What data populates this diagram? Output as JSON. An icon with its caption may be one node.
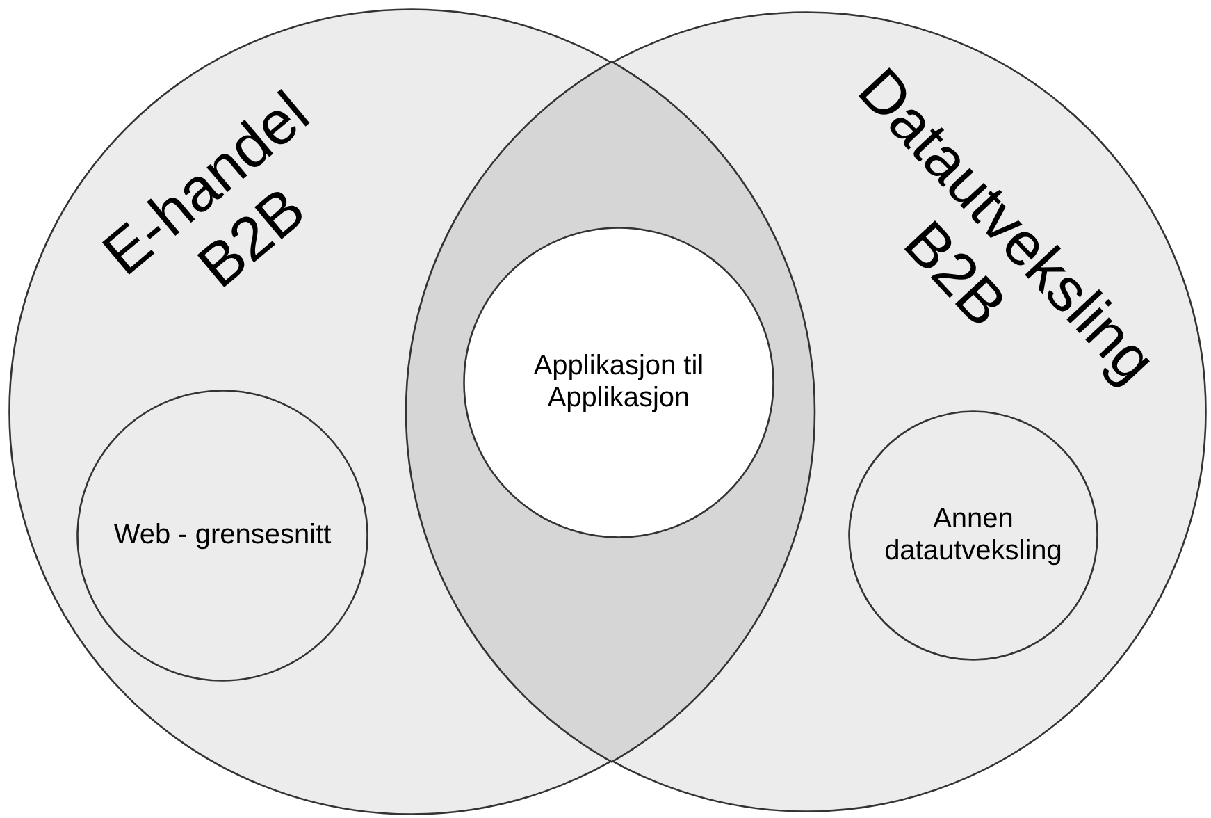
{
  "diagram": {
    "nodes": [
      {
        "text": [
          "E-handel B2B"
        ]
      },
      {
        "text": [
          "Datautveksling B2B"
        ]
      },
      {
        "text": [
          "Applikasjon til Applikasjon"
        ]
      },
      {
        "text": [
          "Web - grensesnitt"
        ],
        "in": 0
      },
      {
        "text": [
          "Annen datautveksling"
        ],
        "in": 1
      }
    ]
  }
}
